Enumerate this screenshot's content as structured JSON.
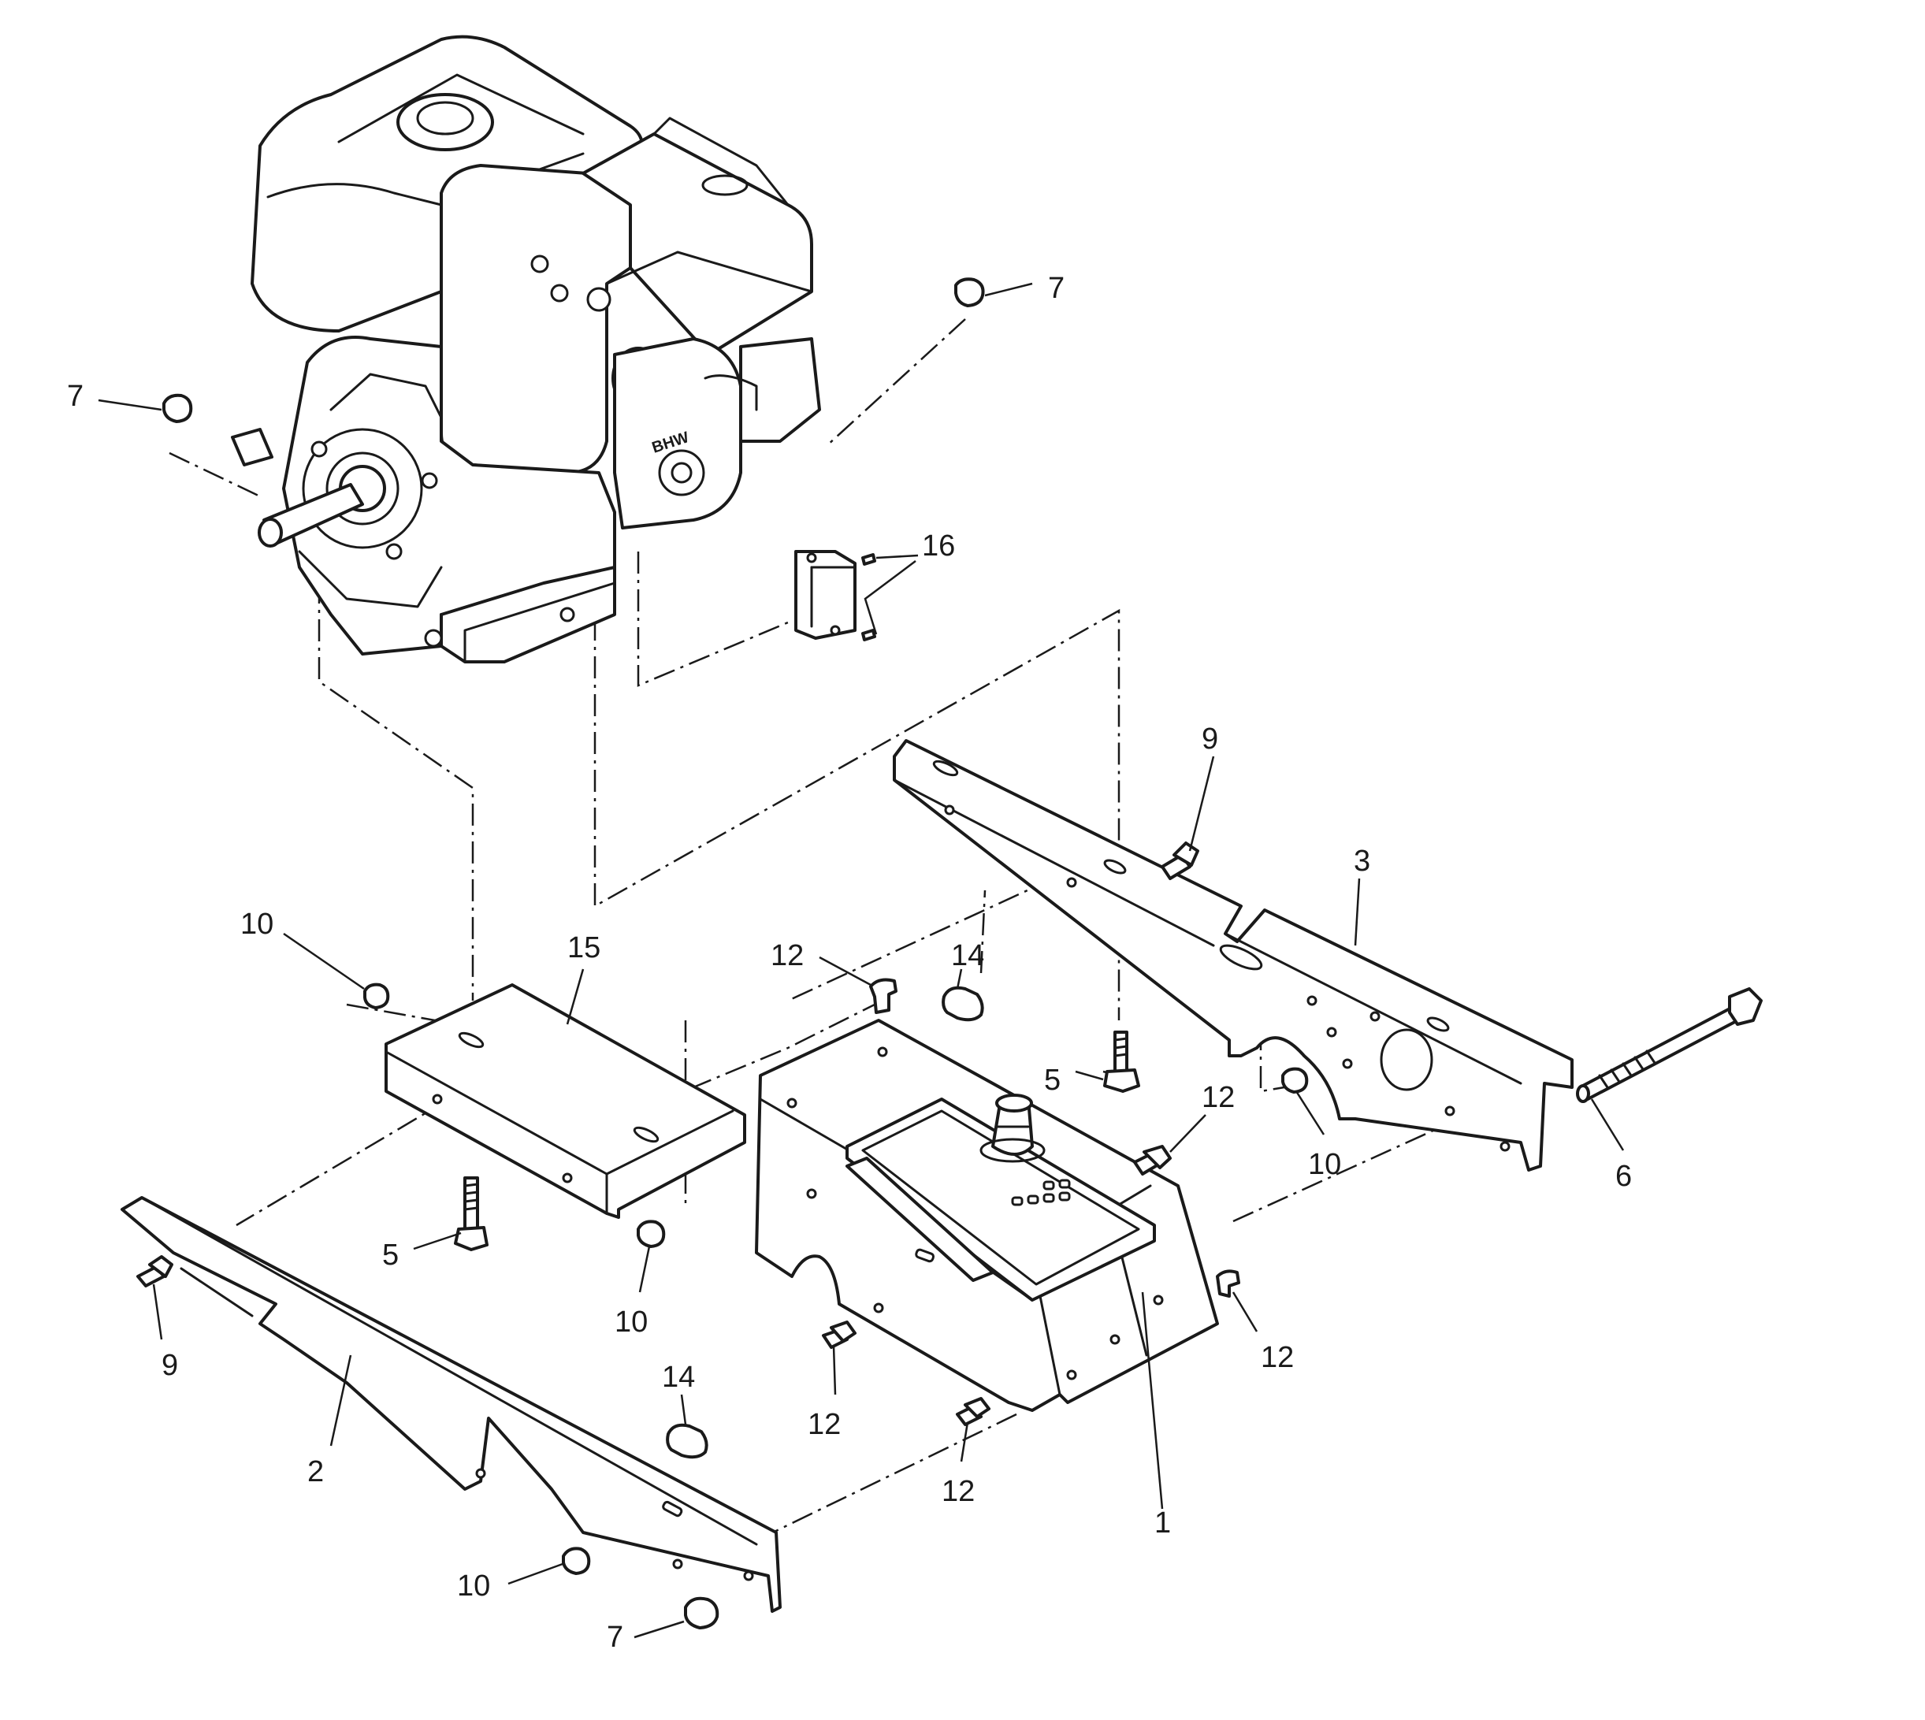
{
  "engine": {
    "brand_marking": "BHW"
  },
  "callouts": [
    {
      "id": "c-7a",
      "label": "7"
    },
    {
      "id": "c-7b",
      "label": "7"
    },
    {
      "id": "c-16",
      "label": "16"
    },
    {
      "id": "c-9a",
      "label": "9"
    },
    {
      "id": "c-3",
      "label": "3"
    },
    {
      "id": "c-10a",
      "label": "10"
    },
    {
      "id": "c-15",
      "label": "15"
    },
    {
      "id": "c-12a",
      "label": "12"
    },
    {
      "id": "c-14a",
      "label": "14"
    },
    {
      "id": "c-5a",
      "label": "5"
    },
    {
      "id": "c-12b",
      "label": "12"
    },
    {
      "id": "c-10b",
      "label": "10"
    },
    {
      "id": "c-6",
      "label": "6"
    },
    {
      "id": "c-5b",
      "label": "5"
    },
    {
      "id": "c-10c",
      "label": "10"
    },
    {
      "id": "c-9b",
      "label": "9"
    },
    {
      "id": "c-14b",
      "label": "14"
    },
    {
      "id": "c-12c",
      "label": "12"
    },
    {
      "id": "c-12d",
      "label": "12"
    },
    {
      "id": "c-2",
      "label": "2"
    },
    {
      "id": "c-12e",
      "label": "12"
    },
    {
      "id": "c-1",
      "label": "1"
    },
    {
      "id": "c-10d",
      "label": "10"
    },
    {
      "id": "c-7c",
      "label": "7"
    }
  ]
}
